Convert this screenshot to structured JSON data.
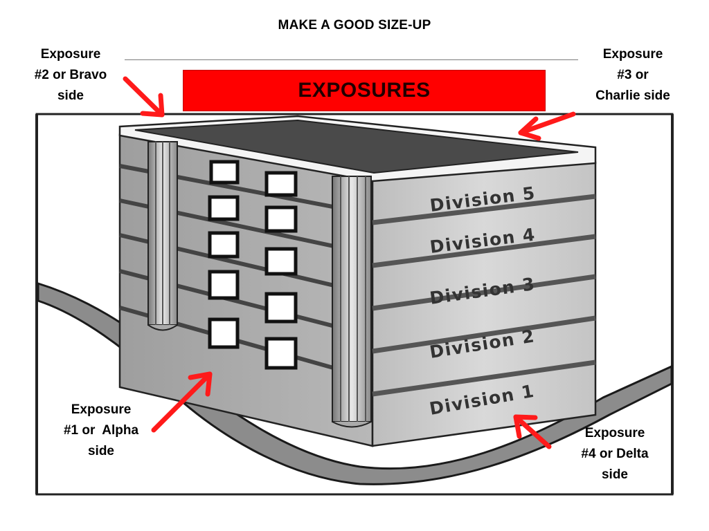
{
  "title": "MAKE A GOOD SIZE-UP",
  "banner": "EXPOSURES",
  "callouts": {
    "bravo": [
      "Exposure",
      "#2 or Bravo",
      "side"
    ],
    "charlie": [
      "Exposure",
      "#3 or",
      "Charlie side"
    ],
    "alpha": [
      "Exposure",
      "#1 or  Alpha",
      "side"
    ],
    "delta": [
      "Exposure",
      "#4 or Delta",
      "side"
    ]
  },
  "divisions": [
    "Division 5",
    "Division 4",
    "Division 3",
    "Division 2",
    "Division 1"
  ],
  "colors": {
    "banner": "#ff0000",
    "arrow": "#ff1a1a",
    "roof": "#4a4a4a",
    "wall": "#cfcfcf",
    "band": "#555555",
    "road": "#8c8c8c"
  }
}
